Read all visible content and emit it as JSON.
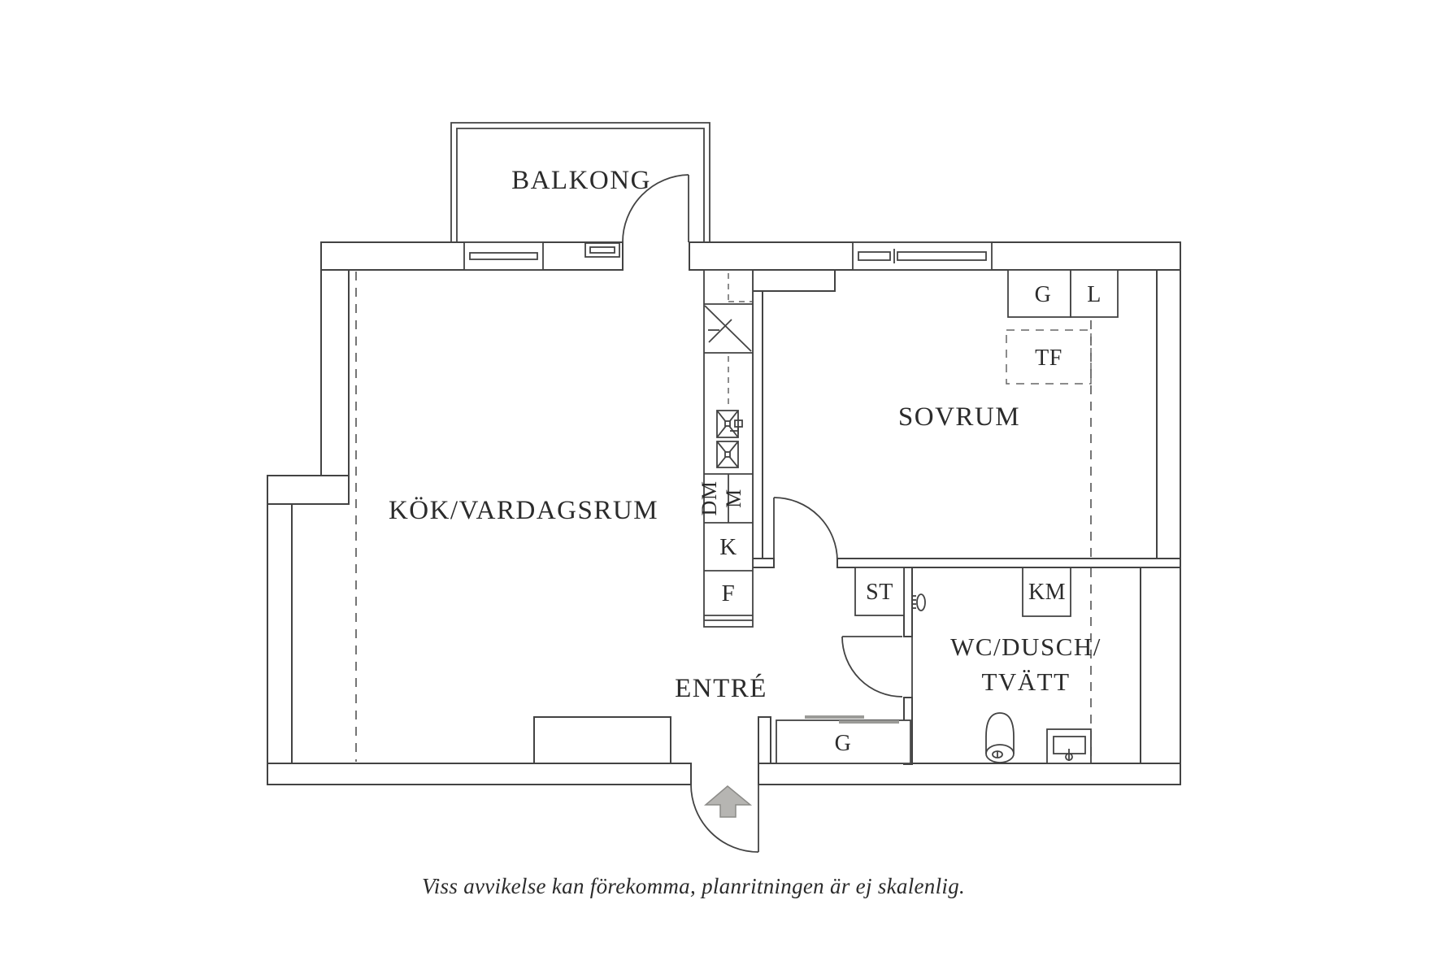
{
  "labels": {
    "balcony": "BALKONG",
    "kitchen_living": "KÖK/VARDAGSRUM",
    "bedroom": "SOVRUM",
    "entrance": "ENTRÉ",
    "wc_line1": "WC/DUSCH/",
    "wc_line2": "TVÄTT",
    "wardrobe": "G",
    "linen": "L",
    "tf": "TF",
    "st": "ST",
    "km": "KM",
    "entry_wardrobe": "G",
    "dishwasher": "DM",
    "microwave": "M",
    "fridge": "K",
    "freezer": "F",
    "disclaimer": "Viss avvikelse kan förekomma, planritningen är ej skalenlig."
  },
  "colors": {
    "line": "#434343",
    "dash": "#666666",
    "text": "#2b2b2b",
    "arrow_fill": "#b6b5b2",
    "arrow_stroke": "#8c8b88",
    "background": "#ffffff"
  }
}
